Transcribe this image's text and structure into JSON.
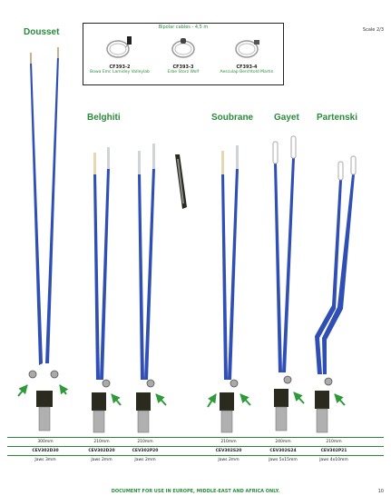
{
  "scale": "Scale 2/3",
  "titles": {
    "dousset": "Dousset",
    "belghiti": "Belghiti",
    "soubrane": "Soubrane",
    "gayet": "Gayet",
    "partenski": "Partenski"
  },
  "cables": {
    "title": "Bipolar cables - 4,5 m",
    "items": [
      {
        "code": "CF393-2",
        "brand": "Bowa Emc Lamidey Valleylab"
      },
      {
        "code": "CF393-3",
        "brand": "Erbe Storz Wolf"
      },
      {
        "code": "CF393-4",
        "brand": "Aesculap Berchtold Martin"
      }
    ]
  },
  "table": {
    "lengths": [
      "300mm",
      "210mm",
      "210mm",
      "210mm",
      "240mm",
      "210mm"
    ],
    "codes": [
      "CEV302D30",
      "CEV302D20",
      "CEV302P20",
      "CEV302S20",
      "CEV302G24",
      "CEV302P21"
    ],
    "jaws": [
      "Jaws 3mm",
      "Jaws 2mm",
      "Jaws 2mm",
      "Jaws 2mm",
      "Jaws 5x15mm",
      "Jaws 4x10mm"
    ]
  },
  "footer": "DOCUMENT FOR USE IN EUROPE, MIDDLE-EAST AND AFRICA ONLY.",
  "page_number": "10",
  "colors": {
    "accent": "#2a8a3a",
    "instrument": "#2f4fb5",
    "arrow": "#2e9a3a",
    "connector": "#2a2a1e"
  }
}
